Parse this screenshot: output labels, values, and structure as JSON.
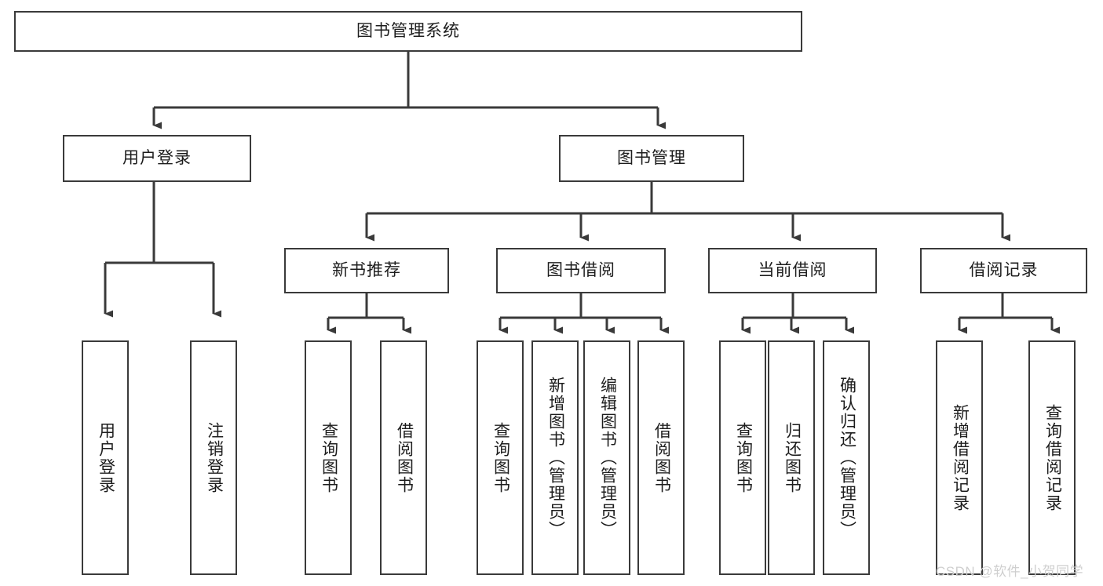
{
  "diagram": {
    "title_node": {
      "label": "图书管理系统"
    },
    "level2": [
      {
        "label": "用户登录"
      },
      {
        "label": "图书管理"
      }
    ],
    "level3": [
      {
        "label": "新书推荐"
      },
      {
        "label": "图书借阅"
      },
      {
        "label": "当前借阅"
      },
      {
        "label": "借阅记录"
      }
    ],
    "leaves": {
      "user_login": [
        {
          "label": "用户登录"
        },
        {
          "label": "注销登录"
        }
      ],
      "new_book_recommend": [
        {
          "label": "查询图书"
        },
        {
          "label": "借阅图书"
        }
      ],
      "book_borrow": [
        {
          "label": "查询图书"
        },
        {
          "label": "新增图书（管理员）"
        },
        {
          "label": "编辑图书（管理员）"
        },
        {
          "label": "借阅图书"
        }
      ],
      "current_borrow": [
        {
          "label": "查询图书"
        },
        {
          "label": "归还图书"
        },
        {
          "label": "确认归还（管理员）"
        }
      ],
      "borrow_record": [
        {
          "label": "新增借阅记录"
        },
        {
          "label": "查询借阅记录"
        }
      ]
    }
  },
  "watermark": {
    "text": "CSDN @软件_小贺同学"
  },
  "colors": {
    "border": "#3a3a3a",
    "background": "#ffffff",
    "text": "#1d1d1d",
    "watermark": "#cfcfcf"
  }
}
